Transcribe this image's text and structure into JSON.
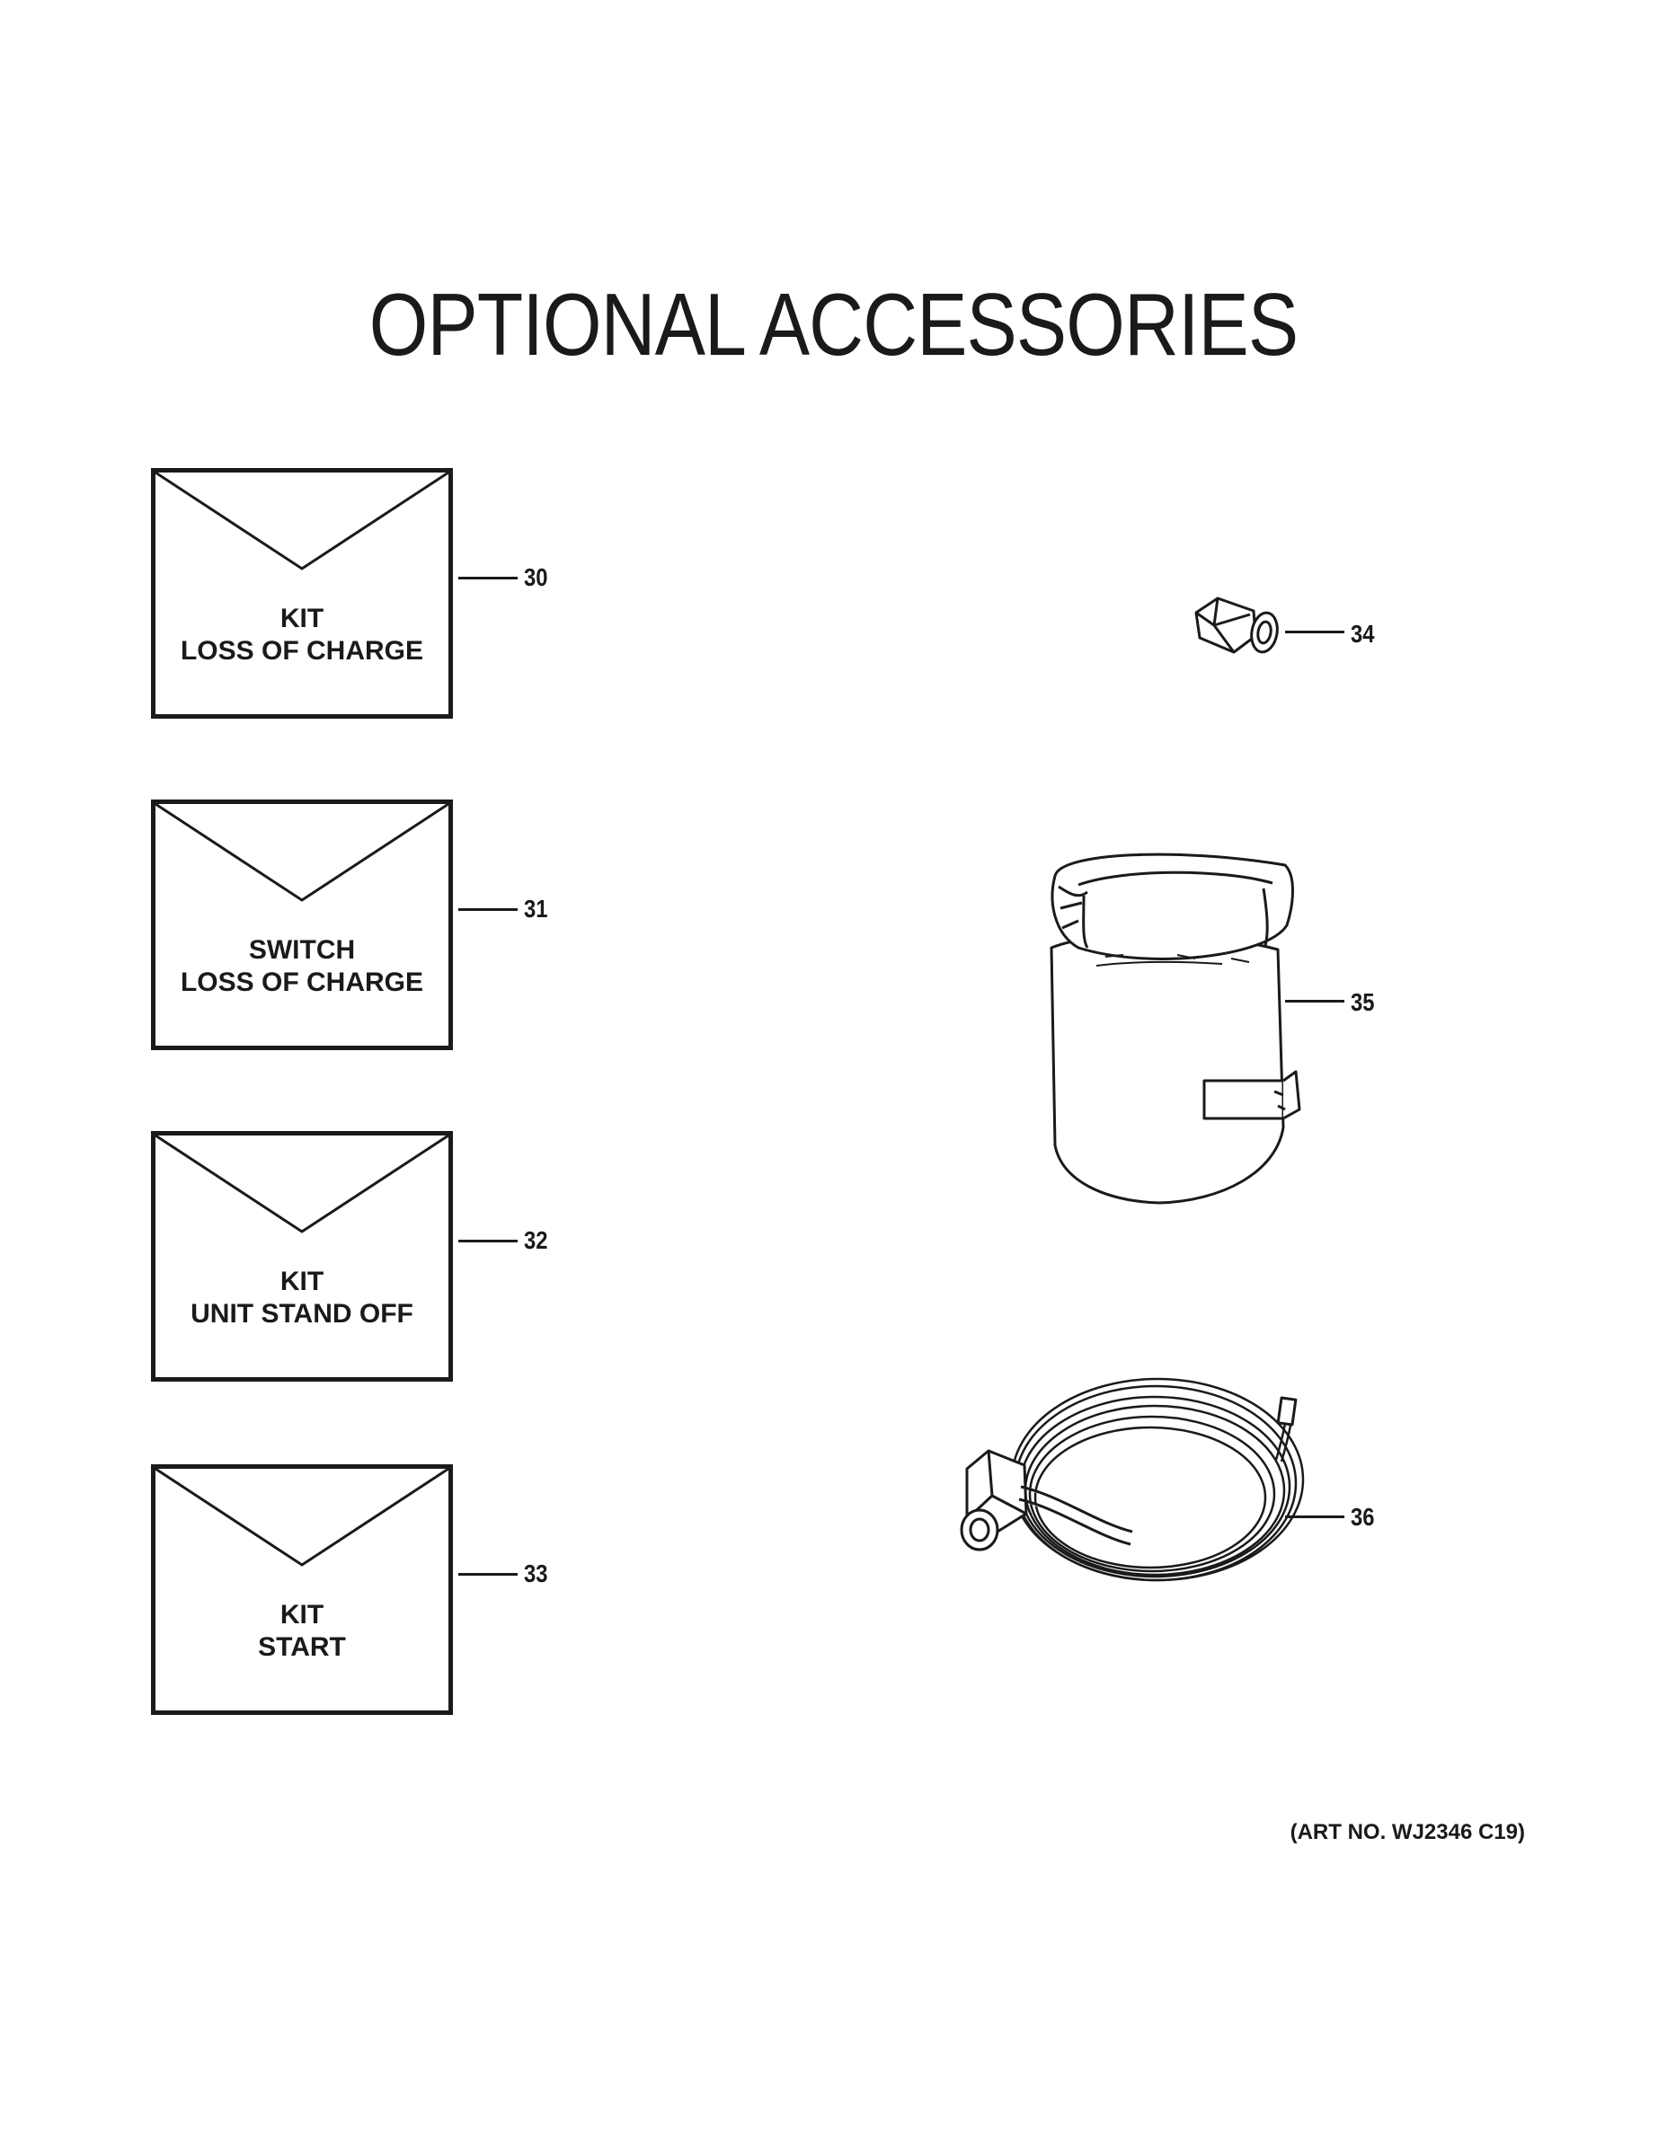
{
  "title": "OPTIONAL ACCESSORIES",
  "kits": [
    {
      "callout": "30",
      "line1": "KIT",
      "line2": "LOSS OF CHARGE"
    },
    {
      "callout": "31",
      "line1": "SWITCH",
      "line2": "LOSS OF CHARGE"
    },
    {
      "callout": "32",
      "line1": "KIT",
      "line2": "UNIT STAND OFF"
    },
    {
      "callout": "33",
      "line1": "KIT",
      "line2": "START"
    }
  ],
  "parts": [
    {
      "callout": "34",
      "icon": "hex-nut-icon"
    },
    {
      "callout": "35",
      "icon": "compressor-blanket-icon"
    },
    {
      "callout": "36",
      "icon": "heater-cable-coil-icon"
    }
  ],
  "art_no": "(ART NO. WJ2346 C19)"
}
